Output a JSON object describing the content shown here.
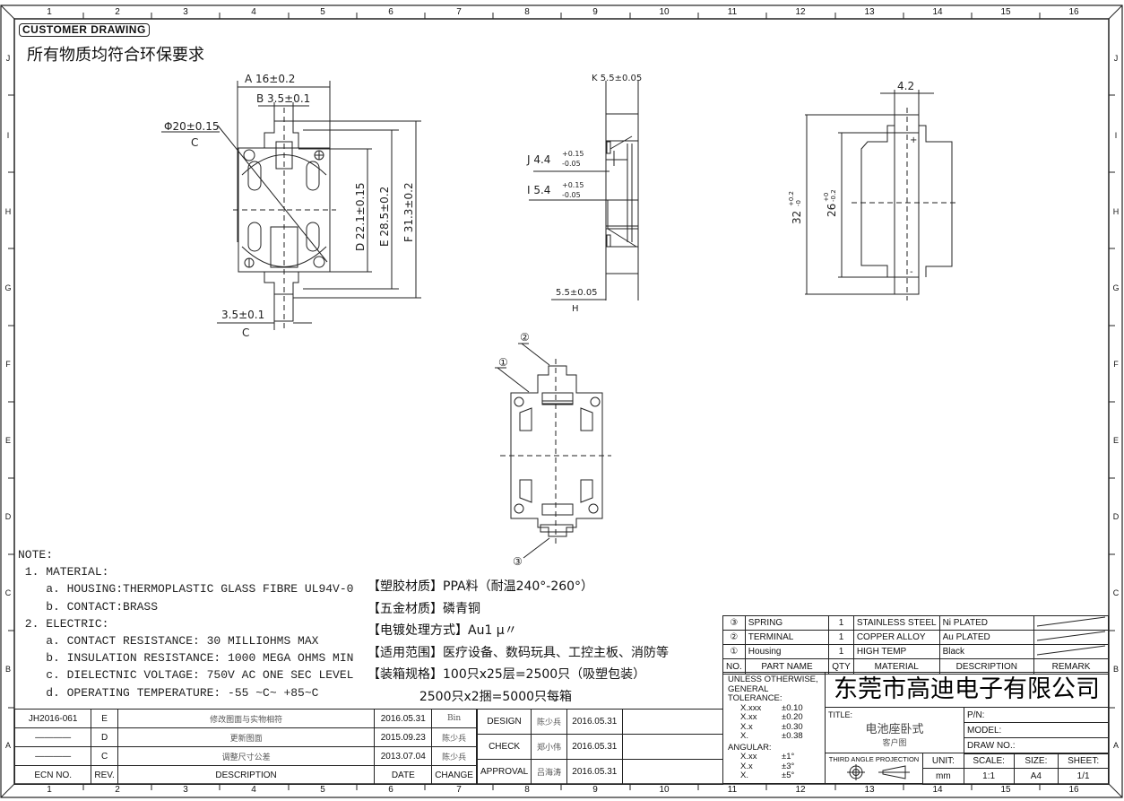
{
  "header": {
    "badge": "CUSTOMER DRAWING",
    "environmental_note": "所有物质均符合环保要求"
  },
  "frame": {
    "columns": [
      "1",
      "2",
      "3",
      "4",
      "5",
      "6",
      "7",
      "8",
      "9",
      "10",
      "11",
      "12",
      "13",
      "14",
      "15",
      "16"
    ],
    "rows": [
      "J",
      "I",
      "H",
      "G",
      "F",
      "E",
      "D",
      "C",
      "B",
      "A"
    ]
  },
  "views": {
    "front": {
      "dim_a": "A  16±0.2",
      "dim_b": "B 3.5±0.1",
      "dim_phi": "Φ20±0.15",
      "dim_phi_label": "C",
      "dim_d": "D  22.1±0.15",
      "dim_e": "E  28.5±0.2",
      "dim_f": "F  31.3±0.2",
      "dim_c": "3.5±0.1",
      "dim_c_label": "C"
    },
    "side": {
      "dim_k": "K 5.5±0.05",
      "dim_j": "J 4.4",
      "dim_j_tol_upper": "+0.15",
      "dim_j_tol_lower": "-0.05",
      "dim_i": "I 5.4",
      "dim_i_tol_upper": "+0.15",
      "dim_i_tol_lower": "-0.05",
      "dim_h": "5.5±0.05",
      "dim_h_label": "H"
    },
    "pcb": {
      "dim_top": "4.2",
      "dim_outer": "32",
      "dim_outer_tol_upper": "+0.2",
      "dim_outer_tol_lower": "-0",
      "dim_inner": "26",
      "dim_inner_tol_upper": "+0",
      "dim_inner_tol_lower": "-0.2",
      "plus": "+",
      "minus": "-"
    },
    "assembly": {
      "balloon_1": "①",
      "balloon_2": "②",
      "balloon_3": "③"
    }
  },
  "notes": {
    "title": "NOTE:",
    "lines": [
      " 1. MATERIAL:",
      "    a. HOUSING:THERMOPLASTIC GLASS FIBRE UL94V-0",
      "    b. CONTACT:BRASS",
      " 2. ELECTRIC:",
      "    a. CONTACT RESISTANCE: 30 MILLIOHMS MAX",
      "    b. INSULATION RESISTANCE: 1000 MEGA OHMS MIN",
      "    c. DIELECTNIC VOLTAGE: 750V AC ONE SEC LEVEL",
      "    d. OPERATING TEMPERATURE: -55 ~C~ +85~C"
    ]
  },
  "specs_cn": [
    "【塑胶材质】PPA料（耐温240°-260°）",
    "【五金材质】磷青铜",
    "【电镀处理方式】Au1 μ〃",
    "【适用范围】医疗设备、数码玩具、工控主板、消防等",
    "【装箱规格】100只x25层=2500只（吸塑包装）",
    "             2500只x2捆=5000只每箱"
  ],
  "bom": {
    "headers": [
      "NO.",
      "PART NAME",
      "QTY",
      "MATERIAL",
      "DESCRIPTION",
      "REMARK"
    ],
    "rows": [
      {
        "no": "③",
        "part": "SPRING",
        "qty": "1",
        "material": "STAINLESS STEEL",
        "desc": "Ni PLATED",
        "remark": ""
      },
      {
        "no": "②",
        "part": "TERMINAL",
        "qty": "1",
        "material": "COPPER ALLOY",
        "desc": "Au PLATED",
        "remark": ""
      },
      {
        "no": "①",
        "part": "Housing",
        "qty": "1",
        "material": "HIGH TEMP",
        "desc": "Black",
        "remark": ""
      }
    ]
  },
  "tolerance": {
    "heading1": "UNLESS OTHERWISE,",
    "heading2": "GENERAL TOLERANCE:",
    "linear": [
      {
        "k": "X.xxx",
        "v": "±0.10"
      },
      {
        "k": "X.xx",
        "v": "±0.20"
      },
      {
        "k": "X.x",
        "v": "±0.30"
      },
      {
        "k": "X.",
        "v": "±0.38"
      }
    ],
    "angular_label": "ANGULAR:",
    "angular": [
      {
        "k": "X.xx",
        "v": "±1°"
      },
      {
        "k": "X.x",
        "v": "±3°"
      },
      {
        "k": "X.",
        "v": "±5°"
      }
    ]
  },
  "title_block": {
    "company": "东莞市高迪电子有限公司",
    "title_label": "TITLE:",
    "title_value": "电池座卧式",
    "title_sub": "客户图",
    "pn_label": "P/N:",
    "model_label": "MODEL:",
    "drawno_label": "DRAW NO.:",
    "projection_label": "THIRD ANGLE PROJECTION",
    "unit_label": "UNIT:",
    "unit_value": "mm",
    "scale_label": "SCALE:",
    "scale_value": "1:1",
    "size_label": "SIZE:",
    "size_value": "A4",
    "sheet_label": "SHEET:",
    "sheet_value": "1/1"
  },
  "revisions": {
    "headers": {
      "ecn": "ECN NO.",
      "rev": "REV.",
      "desc": "DESCRIPTION",
      "date": "DATE",
      "change": "CHANGE"
    },
    "rows": [
      {
        "ecn": "JH2016-061",
        "rev": "E",
        "desc": "修改图面与实物相符",
        "date": "2016.05.31",
        "change": "Bin"
      },
      {
        "ecn": "————",
        "rev": "D",
        "desc": "更新图面",
        "date": "2015.09.23",
        "change": "陈少兵"
      },
      {
        "ecn": "————",
        "rev": "C",
        "desc": "调整尺寸公差",
        "date": "2013.07.04",
        "change": "陈少兵"
      }
    ]
  },
  "approvals": [
    {
      "role": "DESIGN",
      "name": "陈少兵",
      "date": "2016.05.31"
    },
    {
      "role": "CHECK",
      "name": "郑小伟",
      "date": "2016.05.31"
    },
    {
      "role": "APPROVAL",
      "name": "吕海涛",
      "date": "2016.05.31"
    }
  ]
}
